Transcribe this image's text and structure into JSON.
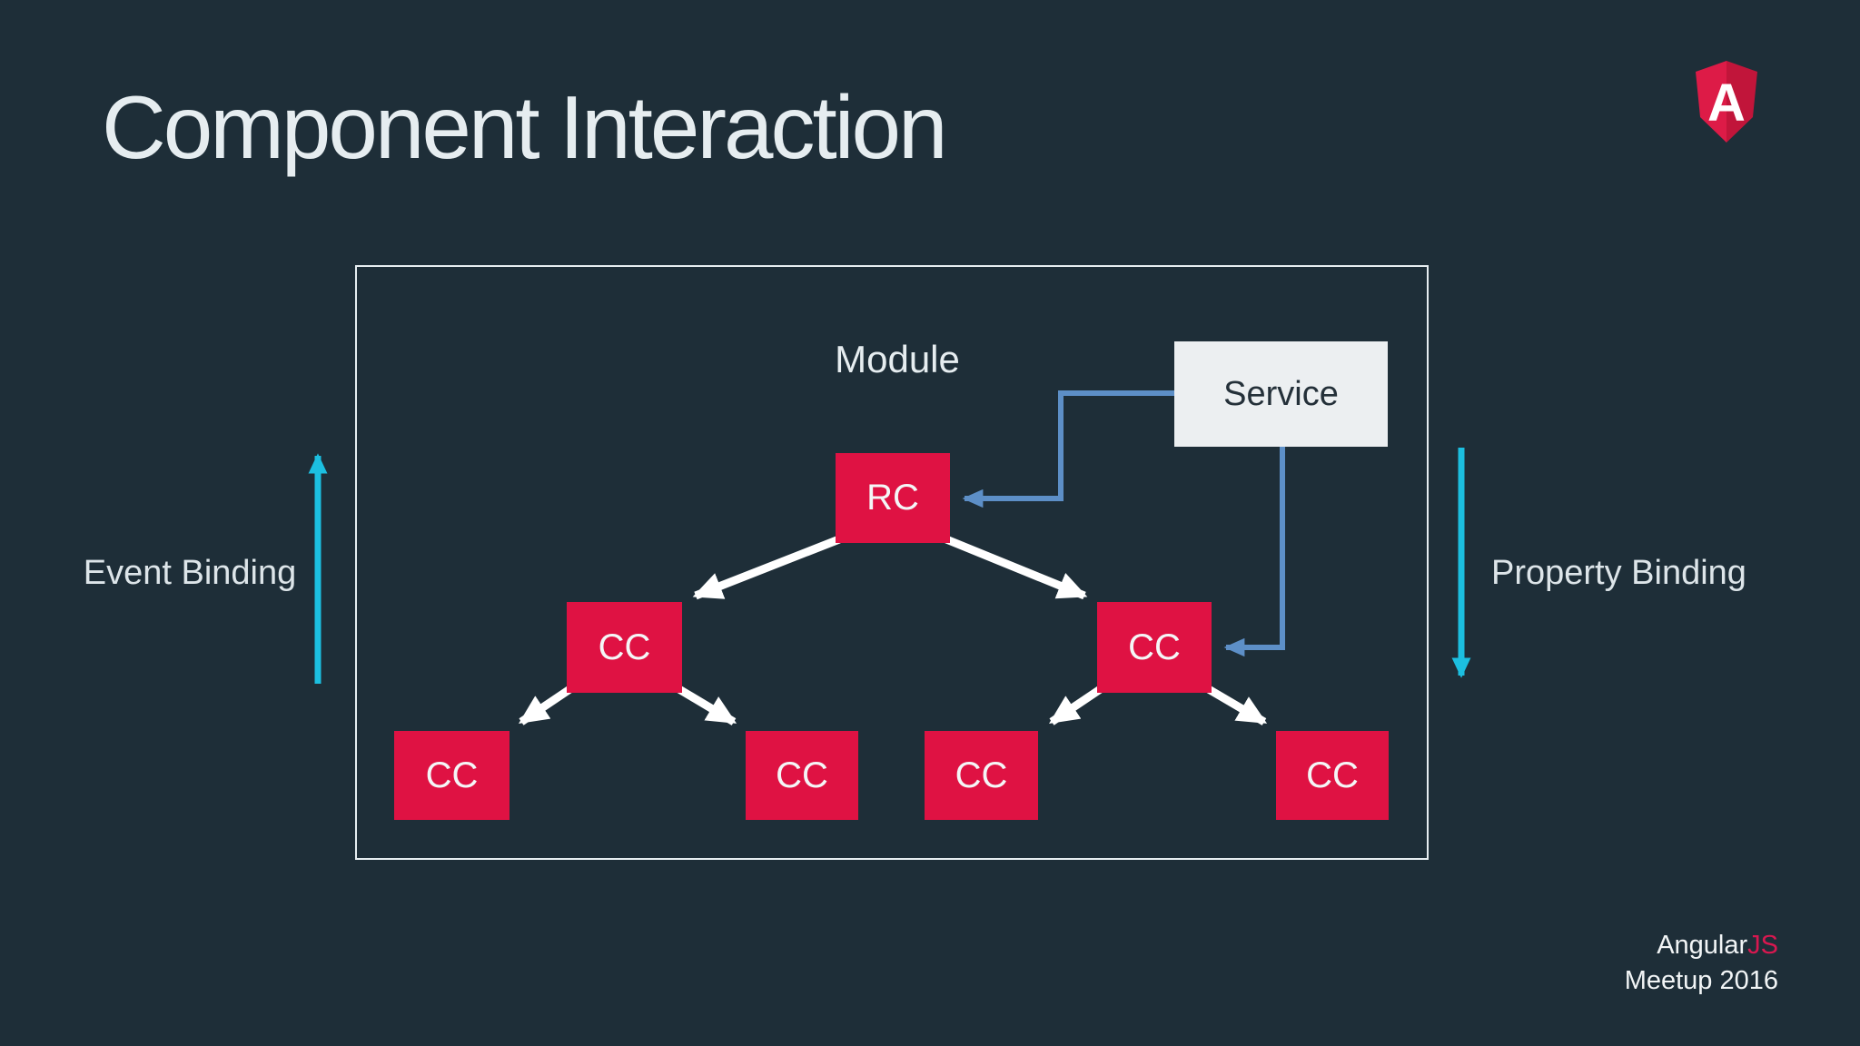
{
  "slide": {
    "title": "Component Interaction",
    "logo": {
      "letter": "A"
    },
    "footer": {
      "brand": "Angular",
      "brand_suffix": "JS",
      "line2": "Meetup 2016"
    }
  },
  "diagram": {
    "module_label": "Module",
    "service_label": "Service",
    "root_label": "RC",
    "child_labels": [
      "CC",
      "CC",
      "CC",
      "CC",
      "CC",
      "CC"
    ],
    "event_binding_label": "Event Binding",
    "property_binding_label": "Property Binding"
  },
  "colors": {
    "background": "#1e2e38",
    "component_red": "#df1243",
    "service_background": "#eceff1",
    "service_text": "#243039",
    "connector_blue": "#5d8fc7",
    "binding_cyan": "#1cbfe0",
    "text_light": "#e6edf0",
    "footer_accent": "#d81850",
    "logo_red_light": "#dd1b47",
    "logo_red_dark": "#c1153a"
  }
}
